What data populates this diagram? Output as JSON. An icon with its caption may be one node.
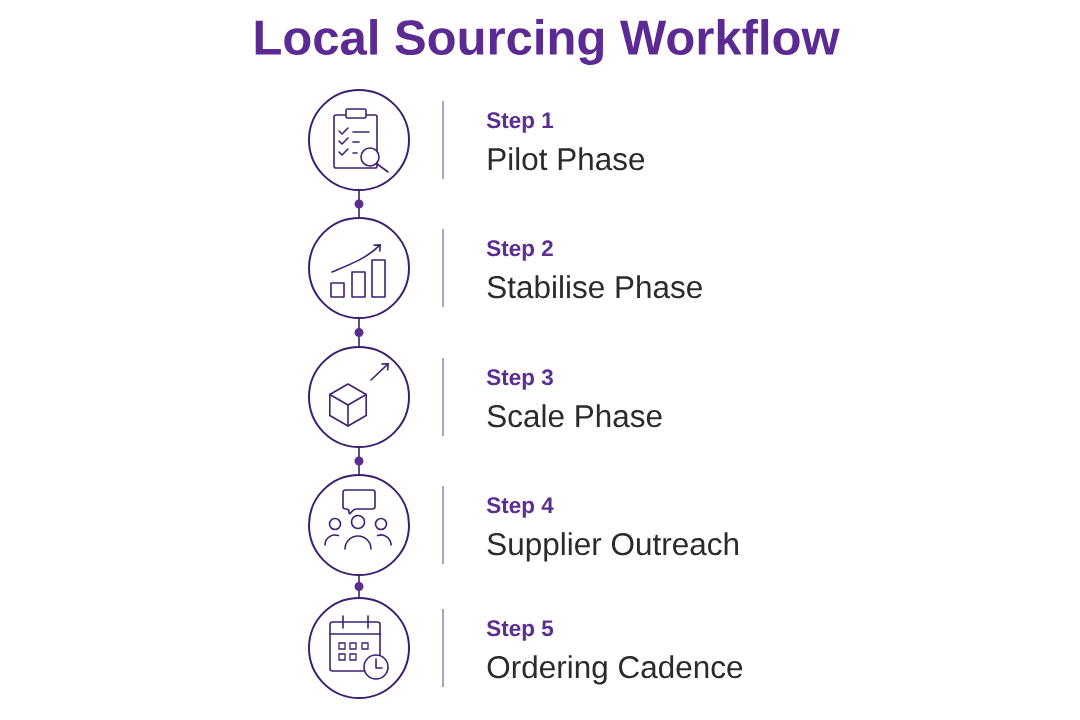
{
  "diagram": {
    "title": "Local Sourcing Workflow",
    "nodes": [
      {
        "text": [],
        "shape": "circle",
        "beside": [
          "Step 1",
          "Pilot Phase"
        ]
      },
      {
        "text": [],
        "shape": "circle",
        "beside": [
          "Step 2",
          "Stabilise Phase"
        ]
      },
      {
        "text": [],
        "shape": "circle",
        "beside": [
          "Step 3",
          "Scale Phase"
        ]
      },
      {
        "text": [],
        "shape": "circle",
        "beside": [
          "Step 4",
          "Supplier Outreach"
        ]
      },
      {
        "text": [],
        "shape": "circle",
        "beside": [
          "Step 5",
          "Ordering Cadence"
        ]
      }
    ],
    "edges": [
      {
        "from": 0,
        "to": 1,
        "arrow": "none"
      },
      {
        "from": 1,
        "to": 2,
        "arrow": "none"
      },
      {
        "from": 2,
        "to": 3,
        "arrow": "none"
      },
      {
        "from": 3,
        "to": 4,
        "arrow": "none"
      }
    ]
  }
}
